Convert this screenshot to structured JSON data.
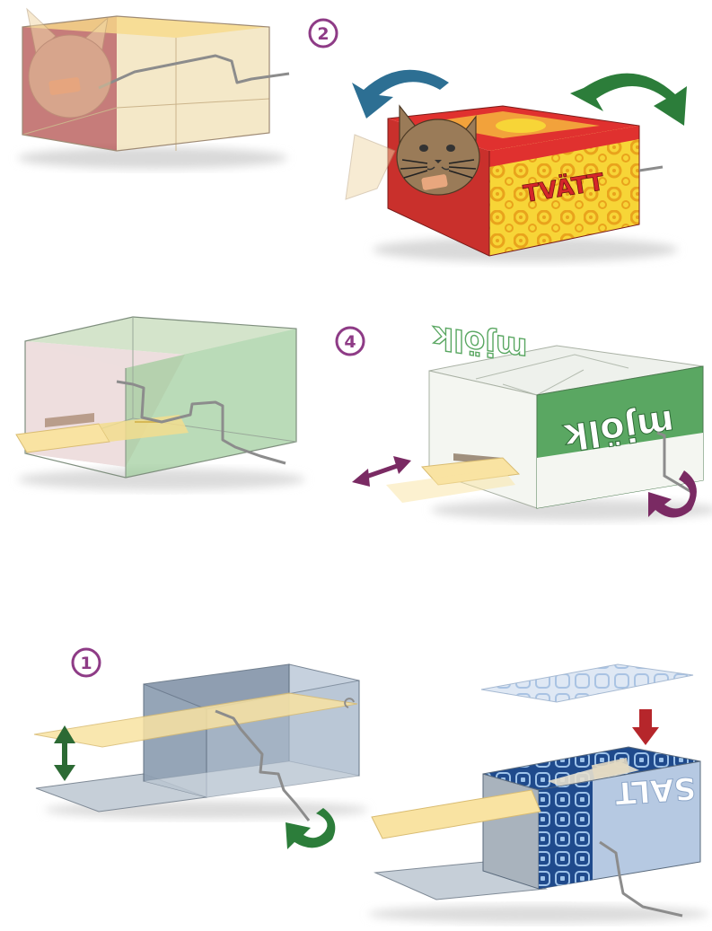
{
  "steps": {
    "one": "1",
    "two": "2",
    "four": "4"
  },
  "brands": {
    "detergent": "TVÄTT",
    "milk": "mjölk",
    "salt": "SALT"
  },
  "colors": {
    "step_circle": "#8e3b86",
    "arrow_blue": "#2d6f93",
    "arrow_green": "#2c7d3a",
    "arrow_purple": "#7a2a63",
    "arrow_red": "#b6262b",
    "tvatt_red": "#cc2a2a",
    "tvatt_yellow": "#f6c629",
    "milk_green": "#5aa762",
    "salt_blue": "#2c4d8f",
    "rod_grey": "#8c8c8c",
    "paper_yellow": "#f9e3a2"
  },
  "icons": [
    "cat-face",
    "rotate-arrow",
    "double-arrow",
    "down-arrow",
    "lever-rod",
    "tape"
  ]
}
